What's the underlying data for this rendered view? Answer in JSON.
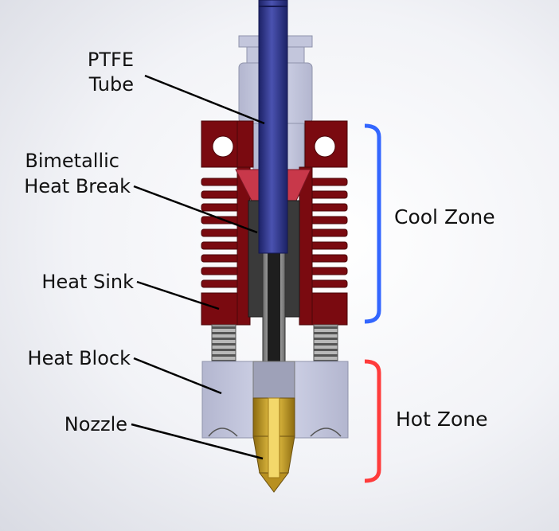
{
  "labels": {
    "ptfe_line1": "PTFE",
    "ptfe_line2": "Tube",
    "heatbreak_line1": "Bimetallic",
    "heatbreak_line2": "Heat Break",
    "heat_sink": "Heat Sink",
    "heat_block": "Heat Block",
    "nozzle": "Nozzle"
  },
  "zones": {
    "cool": {
      "label": "Cool Zone",
      "color": "#3366ff"
    },
    "hot": {
      "label": "Hot Zone",
      "color": "#ff3b3b"
    }
  },
  "colors": {
    "ptfe": "#2e3585",
    "heat_sink": "#7a0a10",
    "heat_break_top": "#c8384a",
    "heat_break_core": "#2b2b2b",
    "aluminum": "#c3c6dc",
    "brass": "#d4ab2a",
    "leader": "#000000"
  }
}
